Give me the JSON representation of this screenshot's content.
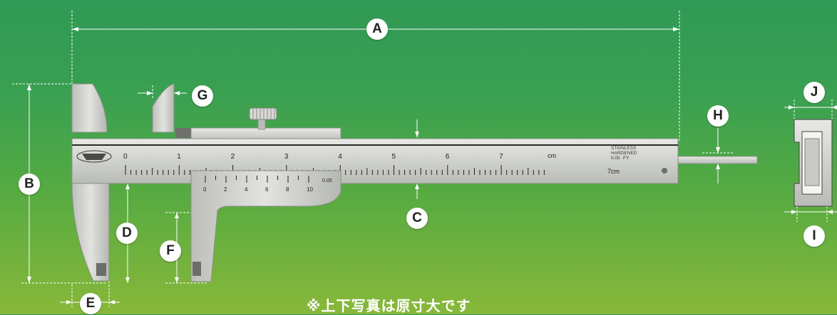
{
  "labels": {
    "A": "A",
    "B": "B",
    "C": "C",
    "D": "D",
    "E": "E",
    "F": "F",
    "G": "G",
    "H": "H",
    "I": "I",
    "J": "J"
  },
  "main_scale": {
    "numbers": [
      "0",
      "1",
      "2",
      "3",
      "4",
      "5",
      "6",
      "7"
    ],
    "unit": "cm",
    "range_note": "7cm"
  },
  "vernier": {
    "numbers": [
      "0",
      "2",
      "4",
      "6",
      "8",
      "10"
    ],
    "precision": "0.05"
  },
  "stamp": {
    "line1": "STAINLESS",
    "line2": "HARDENED",
    "line3": "0.05",
    "line4": "FY"
  },
  "note": "※上下写真は原寸大です"
}
